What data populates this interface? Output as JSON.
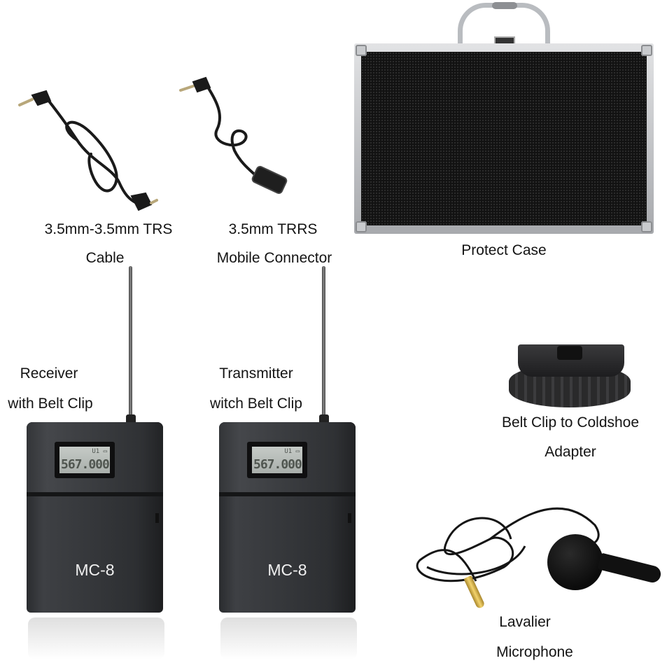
{
  "items": {
    "trs_cable": {
      "label_line1": "3.5mm-3.5mm TRS",
      "label_line2": "Cable",
      "icon": "trs-cable"
    },
    "trrs_connector": {
      "label_line1": "3.5mm TRRS",
      "label_line2": "Mobile Connector",
      "icon": "trrs-connector"
    },
    "protect_case": {
      "label": "Protect Case",
      "icon": "aluminum-case"
    },
    "receiver": {
      "label_line1": "Receiver",
      "label_line2": "with Belt Clip",
      "model": "MC-8",
      "lcd_freq": "567.000",
      "lcd_status": "U1 ▭"
    },
    "transmitter": {
      "label_line1": "Transmitter",
      "label_line2": "witch Belt Clip",
      "model": "MC-8",
      "lcd_freq": "567.000",
      "lcd_status": "U1 ▭"
    },
    "adapter": {
      "label_line1": "Belt Clip to Coldshoe",
      "label_line2": "Adapter",
      "icon": "coldshoe-adapter"
    },
    "lavalier": {
      "label_line1": "Lavalier",
      "label_line2": "Microphone",
      "icon": "lavalier-mic"
    }
  },
  "colors": {
    "background": "#ffffff",
    "label_text": "#141414",
    "device_body": "#2d2f32",
    "lcd": "#b9bfbb",
    "case_frame": "#c9cbce",
    "case_panel": "#121212",
    "plug_gold": "#d8b34a"
  }
}
